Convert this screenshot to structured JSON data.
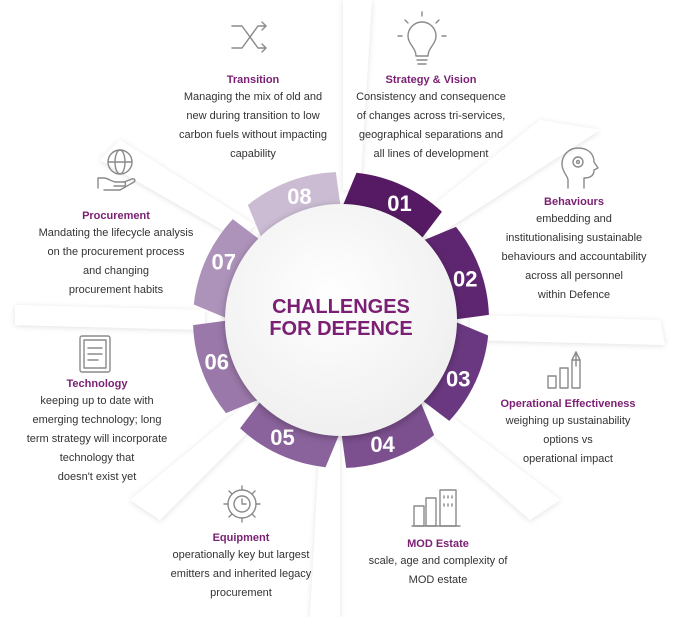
{
  "center": {
    "line1": "CHALLENGES",
    "line2": "FOR DEFENCE"
  },
  "colors": {
    "title": "#7a1f73",
    "text": "#333333",
    "icon": "#8a8a8a"
  },
  "segments": [
    {
      "num": "01",
      "title": "Strategy & Vision",
      "desc": [
        "Consistency and consequence",
        "of changes across tri-services,",
        "geographical separations and",
        "all lines of development"
      ],
      "color": "#551a63",
      "icon": "lightbulb-icon"
    },
    {
      "num": "02",
      "title": "Behaviours",
      "desc": [
        "embedding and",
        "institutionalising sustainable",
        "behaviours and accountability",
        "across all personnel",
        "within Defence"
      ],
      "color": "#5e2670",
      "icon": "head-gear-icon"
    },
    {
      "num": "03",
      "title": "Operational Effectiveness",
      "desc": [
        "weighing up sustainability",
        "options vs",
        "operational impact"
      ],
      "color": "#6a3880",
      "icon": "growth-chart-icon"
    },
    {
      "num": "04",
      "title": "MOD Estate",
      "desc": [
        "scale, age and complexity of",
        "MOD estate"
      ],
      "color": "#7c4f8f",
      "icon": "buildings-icon"
    },
    {
      "num": "05",
      "title": "Equipment",
      "desc": [
        "operationally key but largest",
        "emitters and inherited legacy",
        "procurement"
      ],
      "color": "#8a629c",
      "icon": "gear-clock-icon"
    },
    {
      "num": "06",
      "title": "Technology",
      "desc": [
        "keeping up to date with",
        "emerging technology; long",
        "term strategy will incorporate",
        "technology that",
        "doesn't exist yet"
      ],
      "color": "#9a78a9",
      "icon": "document-icon"
    },
    {
      "num": "07",
      "title": "Procurement",
      "desc": [
        "Mandating the lifecycle analysis",
        "on the procurement process",
        "and changing",
        "procurement habits"
      ],
      "color": "#ad92ba",
      "icon": "globe-hand-icon"
    },
    {
      "num": "08",
      "title": "Transition",
      "desc": [
        "Managing the mix of old and",
        "new during transition to low",
        "carbon fuels without impacting",
        "capability"
      ],
      "color": "#cbbcd3",
      "icon": "shuffle-icon"
    }
  ]
}
